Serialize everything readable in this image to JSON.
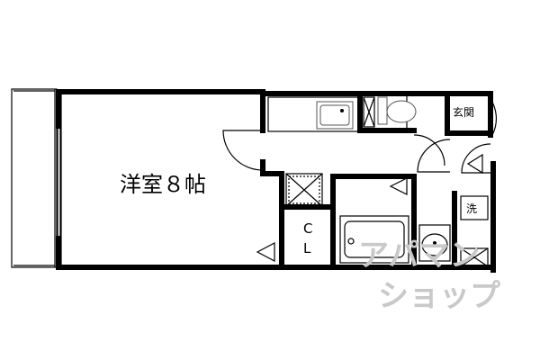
{
  "floor_plan": {
    "rooms": {
      "main_room": "洋室８帖",
      "closet_c": "C",
      "closet_l": "L",
      "entrance": "玄関",
      "washer": "洗"
    },
    "watermark": {
      "line1": "アパマン",
      "line2": "ショップ"
    }
  }
}
